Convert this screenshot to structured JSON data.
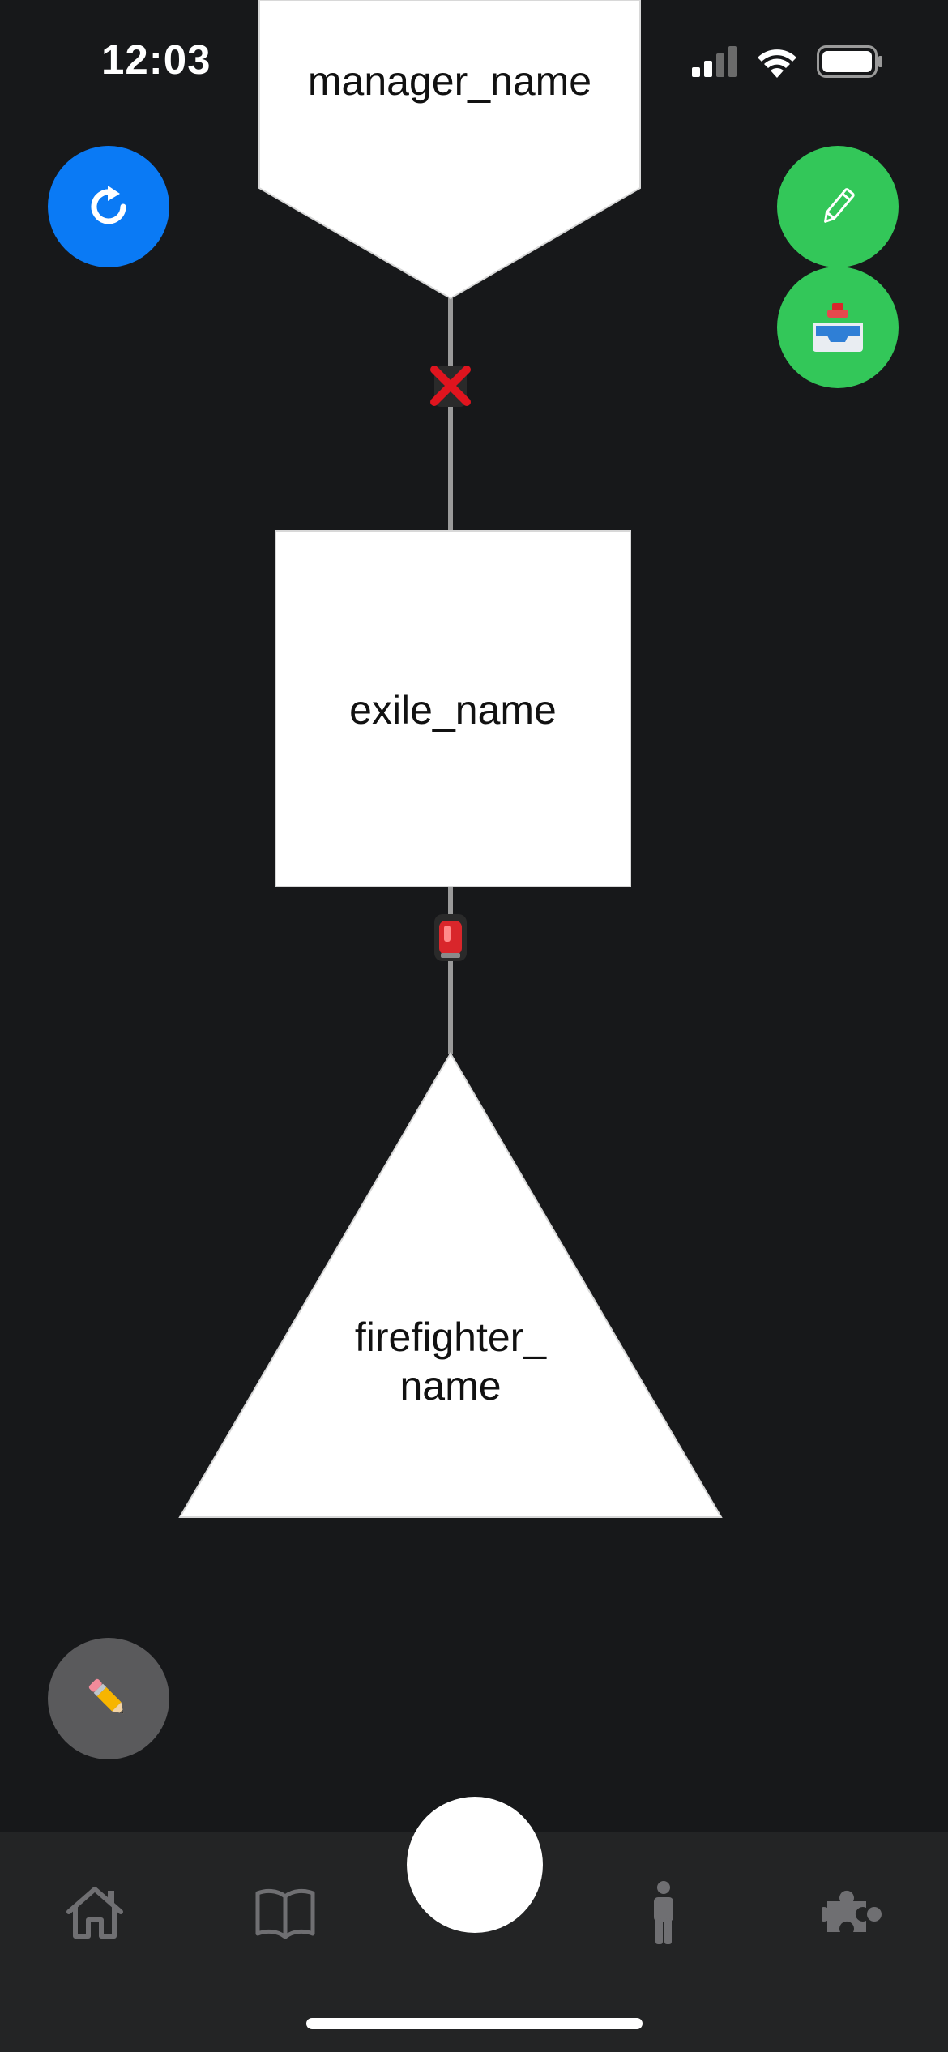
{
  "status_bar": {
    "time": "12:03"
  },
  "diagram": {
    "nodes": {
      "manager": {
        "label": "manager_name",
        "shape": "pentagon"
      },
      "exile": {
        "label": "exile_name",
        "shape": "rectangle"
      },
      "firefighter": {
        "label_line1": "firefighter_",
        "label_line2": "name",
        "shape": "triangle"
      }
    },
    "edges": [
      {
        "from": "manager",
        "to": "exile",
        "icon": "red-x-icon"
      },
      {
        "from": "exile",
        "to": "firefighter",
        "icon": "fire-extinguisher-icon"
      }
    ]
  },
  "buttons": {
    "refresh": {
      "icon": "refresh-icon",
      "color": "#0a7af5"
    },
    "edit": {
      "icon": "pencil-outline-icon",
      "color": "#33c759"
    },
    "inbox": {
      "icon": "inbox-tray-icon",
      "color": "#33c759"
    },
    "draw": {
      "icon": "pencil-icon",
      "color": "#5a5a5c"
    }
  },
  "tab_bar": {
    "tabs": [
      {
        "icon": "home-icon"
      },
      {
        "icon": "book-icon"
      },
      {
        "icon": "center-action"
      },
      {
        "icon": "person-icon"
      },
      {
        "icon": "puzzle-icon"
      }
    ]
  }
}
